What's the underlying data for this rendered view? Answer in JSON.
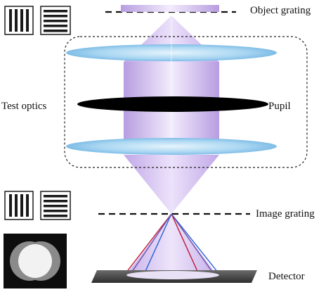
{
  "labels": {
    "object_grating": "Object grating",
    "test_optics": "Test optics",
    "pupil": "Pupil",
    "image_grating": "Image grating",
    "detector": "Detector"
  },
  "colors": {
    "beam": "#c9b2ea",
    "beam_highlight": "#efe6fb",
    "lens": "#9fd0f0",
    "lens_edge": "#d8eefa",
    "pupil_stop": "#000000",
    "detector_base": "#3c3c3c",
    "ray_red": "#c0183a",
    "ray_blue": "#2a5fd8",
    "grating_line": "#1a1a1a"
  },
  "icons": {
    "grating_vertical": "vertical-grating-icon",
    "grating_horizontal": "horizontal-grating-icon",
    "shearing_pattern": "shearing-interferogram-thumbnail"
  }
}
